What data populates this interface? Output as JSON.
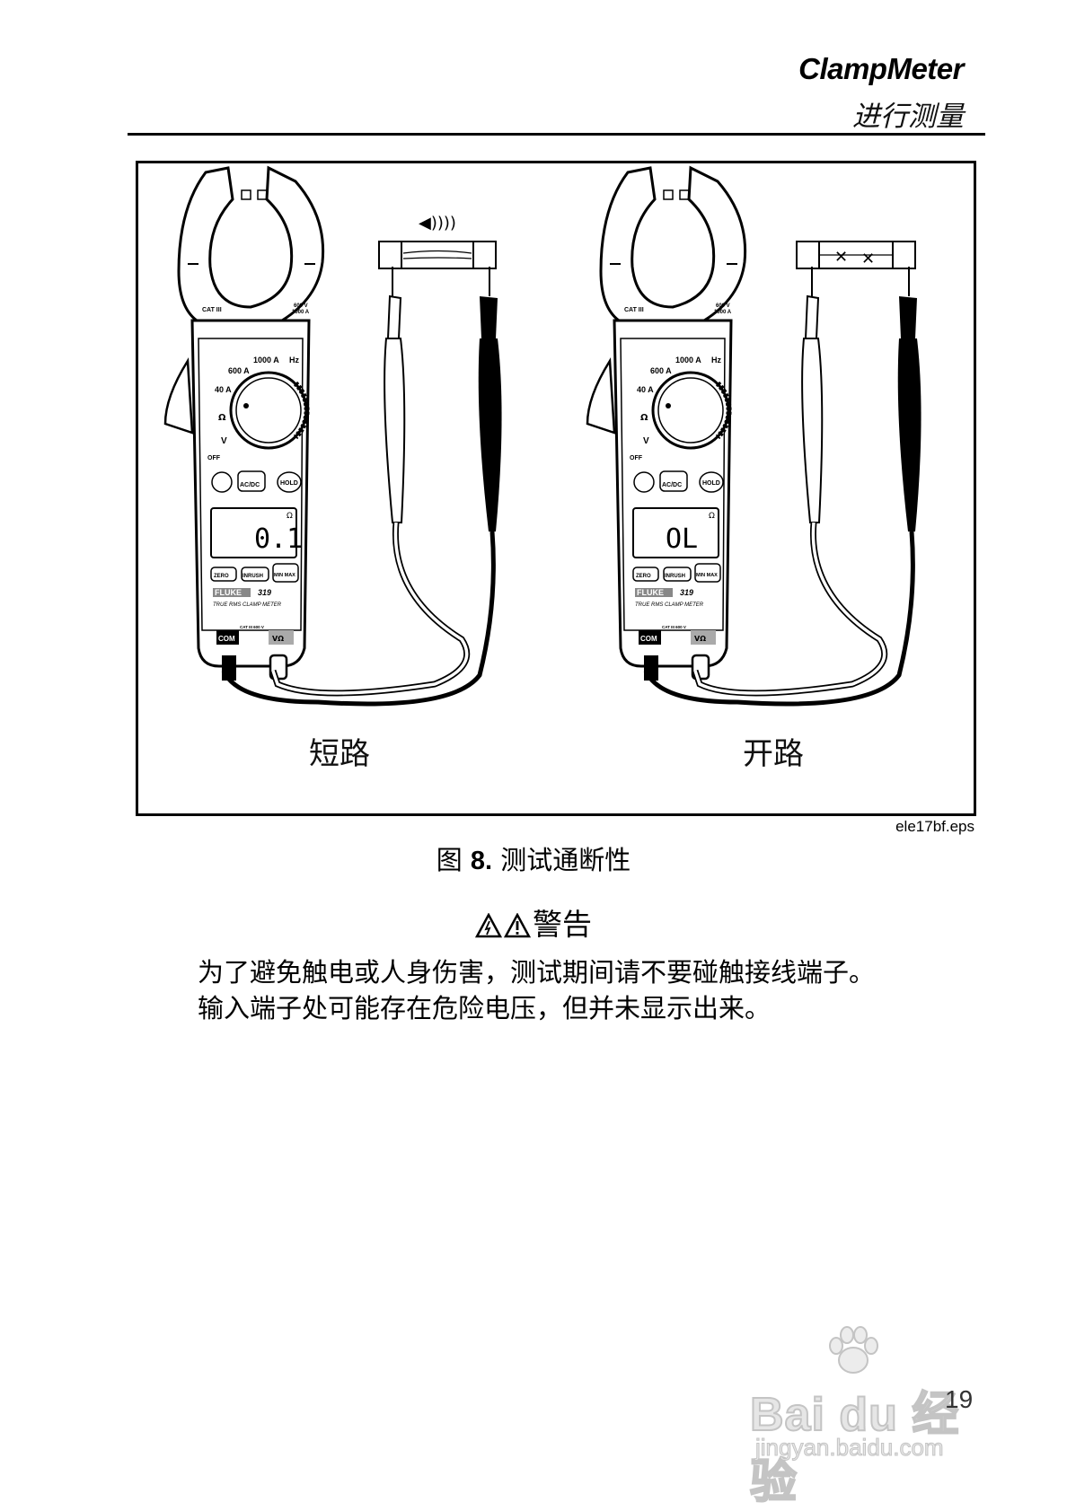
{
  "header": {
    "title": "ClampMeter",
    "subtitle": "进行测量"
  },
  "figure": {
    "label_left": "短路",
    "label_right": "开路",
    "file_name": "ele17bf.eps",
    "meter": {
      "brand": "FLUKE",
      "model": "319",
      "tagline": "TRUE RMS CLAMP METER",
      "cat_left": "CAT III",
      "jaw_rating": "600 V\n1000 A",
      "range_1000": "1000 A",
      "range_hz": "Hz",
      "range_600": "600 A",
      "range_40": "40 A",
      "range_ohm": "Ω",
      "range_v": "V",
      "range_off": "OFF",
      "btn_acdc": "AC/DC",
      "btn_hold": "HOLD",
      "btn_zero": "ZERO",
      "btn_inrush": "INRUSH",
      "btn_minmax": "MIN MAX",
      "display_unit": "Ω",
      "terminal_com": "COM",
      "terminal_cat": "CAT III 600 V",
      "terminal_v": "VΩ"
    },
    "reading_left": "0.1",
    "reading_right": "OL"
  },
  "caption": {
    "prefix": "图 ",
    "number": "8.",
    "text": " 测试通断性"
  },
  "warning": {
    "title": "警告",
    "body": "为了避免触电或人身伤害，测试期间请不要碰触接线端子。输入端子处可能存在危险电压，但并未显示出来。"
  },
  "watermark": {
    "brand": "Bai du 经验",
    "url": "jingyan.baidu.com"
  },
  "page_number": "19"
}
